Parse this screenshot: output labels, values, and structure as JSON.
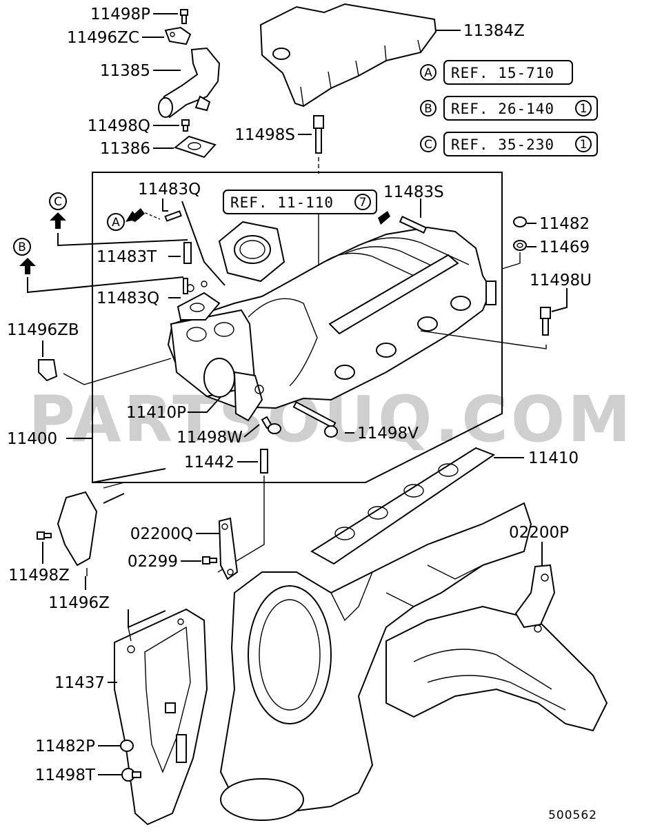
{
  "watermark": "PARTSOUQ.COM",
  "drawing_number": "500562",
  "callouts": {
    "p11498P": "11498P",
    "p11496ZC": "11496ZC",
    "p11385": "11385",
    "p11498Q": "11498Q",
    "p11386": "11386",
    "p11384Z": "11384Z",
    "p11498S": "11498S",
    "p11483Q_top": "11483Q",
    "p11483S": "11483S",
    "p11482": "11482",
    "p11469": "11469",
    "p11498U": "11498U",
    "p11483T": "11483T",
    "p11483Q_lower": "11483Q",
    "p11496ZB": "11496ZB",
    "p11410P": "11410P",
    "p11400": "11400",
    "p11498W": "11498W",
    "p11498V": "11498V",
    "p11442": "11442",
    "p11410": "11410",
    "p02200Q": "02200Q",
    "p02299": "02299",
    "p02200P": "02200P",
    "p11498Z": "11498Z",
    "p11496Z": "11496Z",
    "p11437": "11437",
    "p11482P": "11482P",
    "p11498T": "11498T"
  },
  "references": [
    {
      "marker": "A",
      "text": "REF. 15-710",
      "suffix": ""
    },
    {
      "marker": "B",
      "text": "REF. 26-140",
      "suffix": "1"
    },
    {
      "marker": "C",
      "text": "REF. 35-230",
      "suffix": "1"
    }
  ],
  "inner_ref": {
    "text": "REF. 11-110",
    "suffix": "7"
  },
  "arrow_markers": {
    "a": "A",
    "b": "B",
    "c": "C"
  }
}
